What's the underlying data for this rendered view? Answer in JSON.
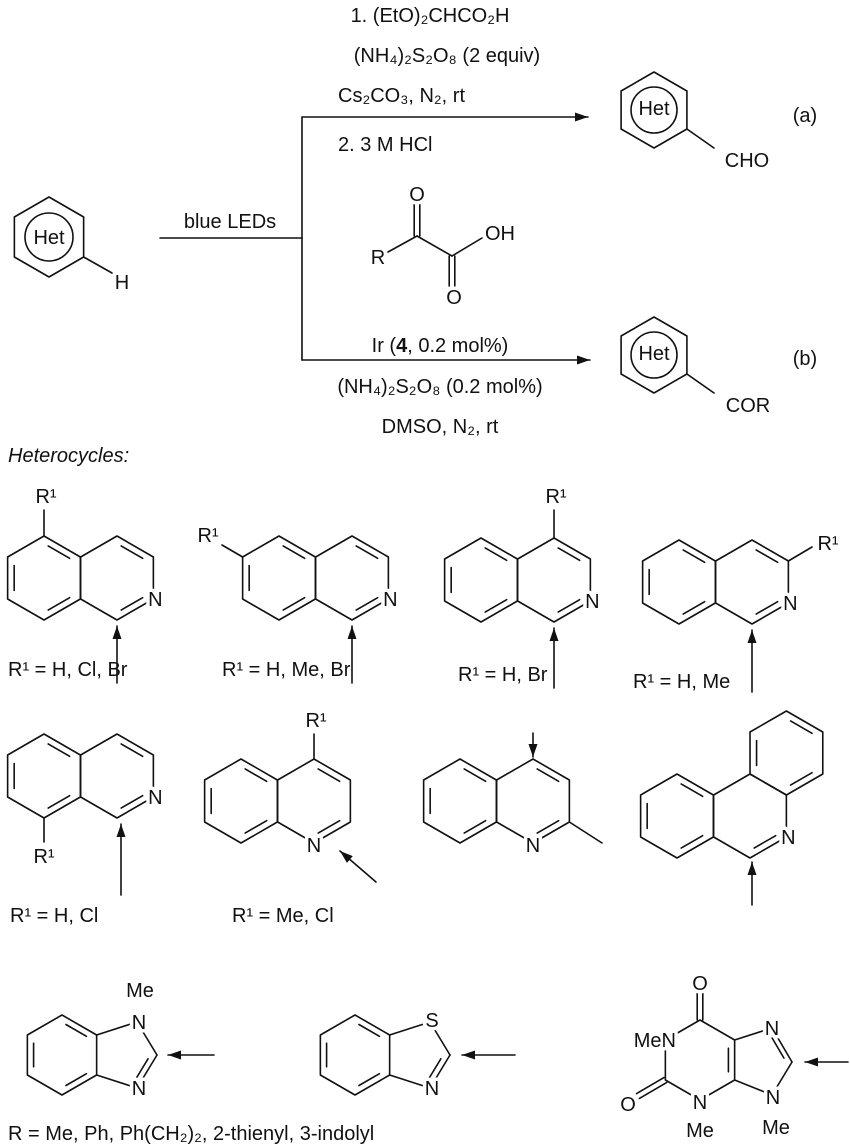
{
  "reaction": {
    "reactant": {
      "het": "Het",
      "h": "H"
    },
    "conditions_common": "blue LEDs",
    "route_a": {
      "step1": "1. (EtO)₂CHCO₂H",
      "oxidant": "(NH₄)₂S₂O₈ (2 equiv)",
      "base": "Cs₂CO₃, N₂, rt",
      "step2": "2. 3 M HCl",
      "product_het": "Het",
      "product_group": "CHO",
      "tag": "(a)"
    },
    "route_b": {
      "reagent_R": "R",
      "reagent_O": "O",
      "reagent_OH": "OH",
      "catalyst_pre": "Ir (",
      "catalyst_id": "4",
      "catalyst_post": ", 0.2 mol%)",
      "oxidant": "(NH₄)₂S₂O₈ (0.2 mol%)",
      "solvent": "DMSO, N₂, rt",
      "product_het": "Het",
      "product_group": "COR",
      "tag": "(b)"
    }
  },
  "heterocycles": {
    "heading": "Heterocycles:",
    "atoms": {
      "N": "N",
      "S": "S",
      "Me": "Me",
      "MeN": "MeN",
      "O": "O",
      "R1": "R¹"
    },
    "substituent_labels": [
      "R¹ = H, Cl, Br",
      "R¹ = H, Me, Br",
      "R¹ = H, Br",
      "R¹ = H, Me",
      "R¹ = H, Cl",
      "R¹ = Me, Cl"
    ]
  },
  "footnote": "R = Me, Ph, Ph(CH₂)₂, 2-thienyl, 3-indolyl"
}
